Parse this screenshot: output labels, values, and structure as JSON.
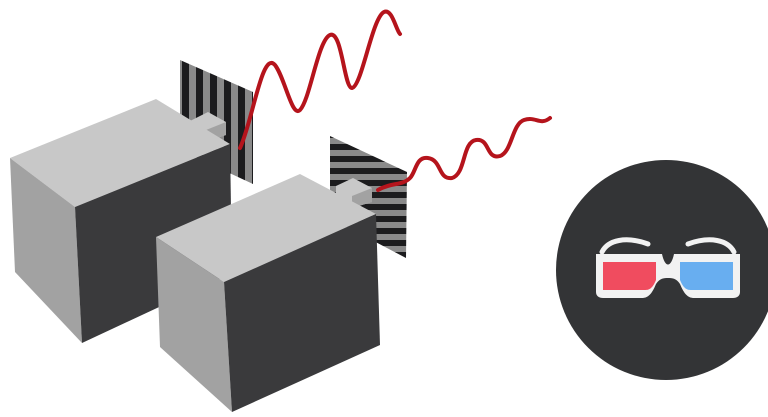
{
  "scene": {
    "background": "#ffffff",
    "projectors": [
      {
        "name": "projector-top",
        "filter": "polarizer-vertical"
      },
      {
        "name": "projector-bottom",
        "filter": "polarizer-horizontal"
      }
    ],
    "waves": [
      {
        "name": "wave-vertical",
        "color": "#b5141c"
      },
      {
        "name": "wave-horizontal",
        "color": "#b5141c"
      }
    ],
    "glasses": {
      "icon": "3d-glasses-icon",
      "badge_color": "#333436",
      "frame_color": "#f2f2f2",
      "left_lens_color": "#f04c5f",
      "right_lens_color": "#68aef0"
    },
    "colors": {
      "box_top": "#c8c8c8",
      "box_side": "#a2a2a2",
      "box_front": "#3a3a3c",
      "stripe_dark": "#1c1c1e",
      "stripe_light": "#8a8a8a"
    }
  }
}
